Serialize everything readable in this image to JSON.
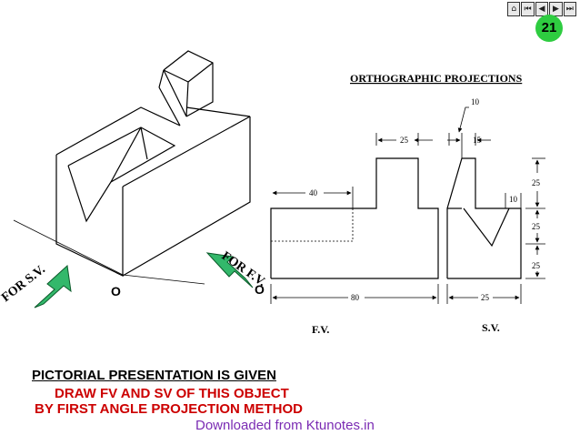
{
  "nav": {
    "buttons": [
      {
        "icon": "home-icon",
        "glyph": "⌂"
      },
      {
        "icon": "first-icon",
        "glyph": "⏮"
      },
      {
        "icon": "prev-icon",
        "glyph": "◀"
      },
      {
        "icon": "next-icon",
        "glyph": "▶"
      },
      {
        "icon": "last-icon",
        "glyph": "⏭"
      }
    ]
  },
  "page_number": "21",
  "heading": "ORTHOGRAPHIC PROJECTIONS",
  "arrows": {
    "sv_label": "FOR S.V.",
    "fv_label": "FOR F.V."
  },
  "origin_labels": [
    "O",
    "O"
  ],
  "dimensions": {
    "top_10": "10",
    "d25_top": "25",
    "d15": "15",
    "d40": "40",
    "d10_right": "10",
    "d25_r1": "25",
    "d25_r2": "25",
    "d25_r3": "25",
    "d80": "80",
    "d25_bottom": "25"
  },
  "views": {
    "fv": "F.V.",
    "sv": "S.V."
  },
  "instructions": {
    "line1": "PICTORIAL PRESENTATION IS GIVEN",
    "line2": "DRAW FV AND SV OF THIS OBJECT",
    "line3": "BY FIRST ANGLE PROJECTION METHOD"
  },
  "credit": "Downloaded from Ktunotes.in",
  "colors": {
    "arrow_fill": "#33b86b",
    "badge": "#2ecc40",
    "instruction_red": "#cc0000",
    "credit_purple": "#7a2bb3"
  }
}
